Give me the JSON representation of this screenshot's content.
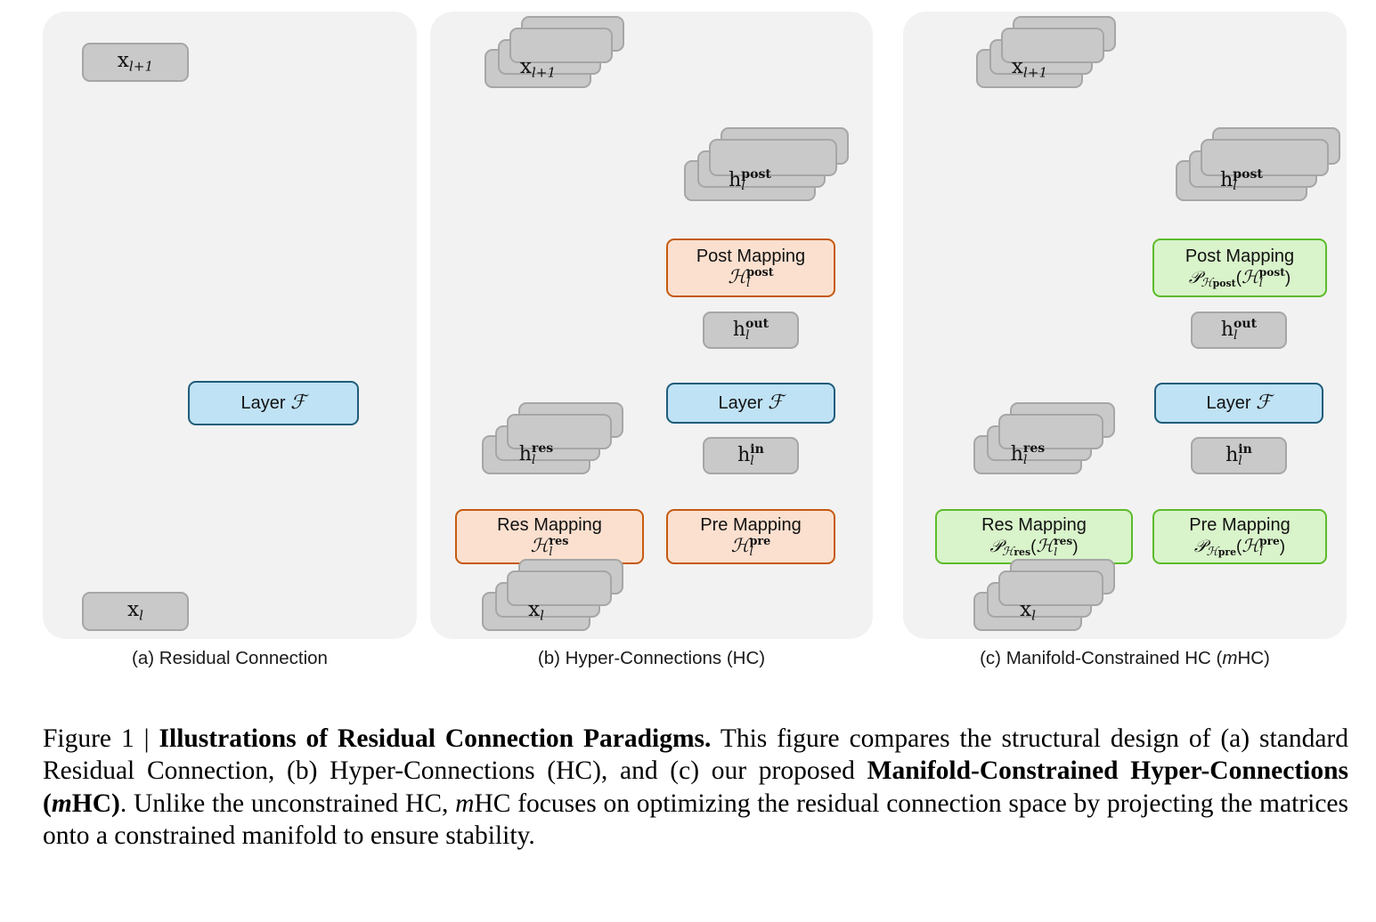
{
  "figure": {
    "caption_label": "Figure 1 |",
    "caption_title": "Illustrations of Residual Connection Paradigms.",
    "caption_body_1": " This figure compares the structural design of (a) standard Residual Connection, (b) Hyper-Connections (HC), and (c) our proposed ",
    "caption_bold_2": "Manifold-Constrained Hyper-Connections (",
    "caption_bold_2_italic": "m",
    "caption_bold_2_end": "HC)",
    "caption_body_3": ". Unlike the unconstrained HC, ",
    "caption_italic_3": "m",
    "caption_body_4": "HC focuses on optimizing the residual connection space by projecting the matrices onto a constrained manifold to ensure stability."
  },
  "colors": {
    "panel_background": "#f2f2f2",
    "gray_fill": "#c9c9c9",
    "gray_border": "#a6a6a6",
    "blue_fill": "#bfe2f5",
    "blue_border": "#1f5c7a",
    "orange_fill": "#fbe0cf",
    "orange_border": "#c55a11",
    "green_fill": "#d9f3cb",
    "green_border": "#5cbb2b",
    "arrow_fill": "#e8e8e8",
    "arrow_border": "#8c8c8c"
  },
  "panels": [
    {
      "id": "a",
      "caption": "(a) Residual Connection",
      "caption_plain": "(a) Residual Connection",
      "nodes": {
        "output": {
          "base": "x",
          "sub": "l+1",
          "sup": ""
        },
        "input": {
          "base": "x",
          "sub": "l",
          "sup": ""
        },
        "layer": {
          "name": "Layer",
          "symbol": "F"
        }
      },
      "operator": "plus-circle"
    },
    {
      "id": "b",
      "caption": "(b) Hyper-Connections (HC)",
      "caption_plain": "(b) Hyper-Connections (HC)",
      "nodes": {
        "output": {
          "base": "x",
          "sub": "l+1",
          "sup": ""
        },
        "input": {
          "base": "x",
          "sub": "l",
          "sup": ""
        },
        "h_res": {
          "base": "h",
          "sub": "l",
          "sup": "res"
        },
        "h_in": {
          "base": "h",
          "sub": "l",
          "sup": "in"
        },
        "h_out": {
          "base": "h",
          "sub": "l",
          "sup": "out"
        },
        "h_post": {
          "base": "h",
          "sub": "l",
          "sup": "post"
        },
        "layer": {
          "name": "Layer",
          "symbol": "F"
        },
        "res_mapping": {
          "name": "Res Mapping",
          "formula_base": "H",
          "formula_sub": "l",
          "formula_sup": "res"
        },
        "pre_mapping": {
          "name": "Pre Mapping",
          "formula_base": "H",
          "formula_sub": "l",
          "formula_sup": "pre"
        },
        "post_mapping": {
          "name": "Post Mapping",
          "formula_base": "H",
          "formula_sub": "l",
          "formula_sup": "post"
        }
      },
      "operator": "plus-circle",
      "stack_depth": 4
    },
    {
      "id": "c",
      "caption": "(c) Manifold-Constrained HC (mHC)",
      "caption_plain": "(c) Manifold-Constrained HC (mHC)",
      "nodes": {
        "output": {
          "base": "x",
          "sub": "l+1",
          "sup": ""
        },
        "input": {
          "base": "x",
          "sub": "l",
          "sup": ""
        },
        "h_res": {
          "base": "h",
          "sub": "l",
          "sup": "res"
        },
        "h_in": {
          "base": "h",
          "sub": "l",
          "sup": "in"
        },
        "h_out": {
          "base": "h",
          "sub": "l",
          "sup": "out"
        },
        "h_post": {
          "base": "h",
          "sub": "l",
          "sup": "post"
        },
        "layer": {
          "name": "Layer",
          "symbol": "F"
        },
        "res_mapping": {
          "name": "Res Mapping",
          "proj": "P",
          "manifold": "M",
          "manifold_sup": "res",
          "formula_base": "H",
          "formula_sub": "l",
          "formula_sup": "res"
        },
        "pre_mapping": {
          "name": "Pre Mapping",
          "proj": "P",
          "manifold": "M",
          "manifold_sup": "pre",
          "formula_base": "H",
          "formula_sub": "l",
          "formula_sup": "pre"
        },
        "post_mapping": {
          "name": "Post Mapping",
          "proj": "P",
          "manifold": "M",
          "manifold_sup": "post",
          "formula_base": "H",
          "formula_sub": "l",
          "formula_sup": "post"
        }
      },
      "operator": "plus-circle",
      "stack_depth": 4
    }
  ]
}
